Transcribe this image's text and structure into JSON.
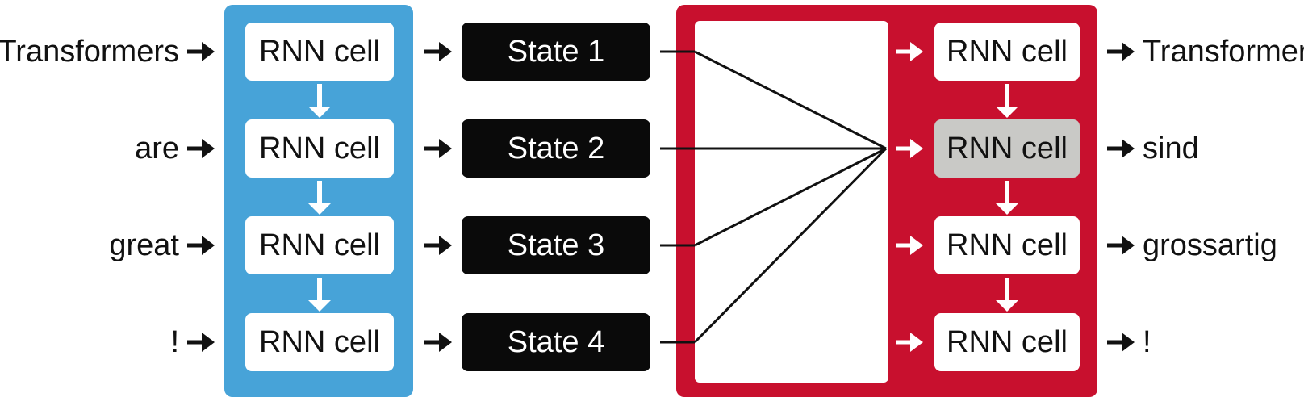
{
  "inputs": [
    "Transformers",
    "are",
    "great",
    "!"
  ],
  "encoder": {
    "cells": [
      "RNN cell",
      "RNN cell",
      "RNN cell",
      "RNN cell"
    ]
  },
  "states": [
    "State 1",
    "State 2",
    "State 3",
    "State 4"
  ],
  "decoder": {
    "cells": [
      "RNN cell",
      "RNN cell",
      "RNN cell",
      "RNN cell"
    ],
    "highlighted_index": 1
  },
  "outputs": [
    "Transformer",
    "sind",
    "grossartig",
    "!"
  ],
  "colors": {
    "encoder_panel": "#47a3d8",
    "decoder_panel": "#c8102e",
    "state_box": "#0a0a0a",
    "cell_box": "#ffffff",
    "highlight_cell": "#c9c9c6",
    "arrow": "#111111",
    "panel_arrow": "#ffffff"
  }
}
